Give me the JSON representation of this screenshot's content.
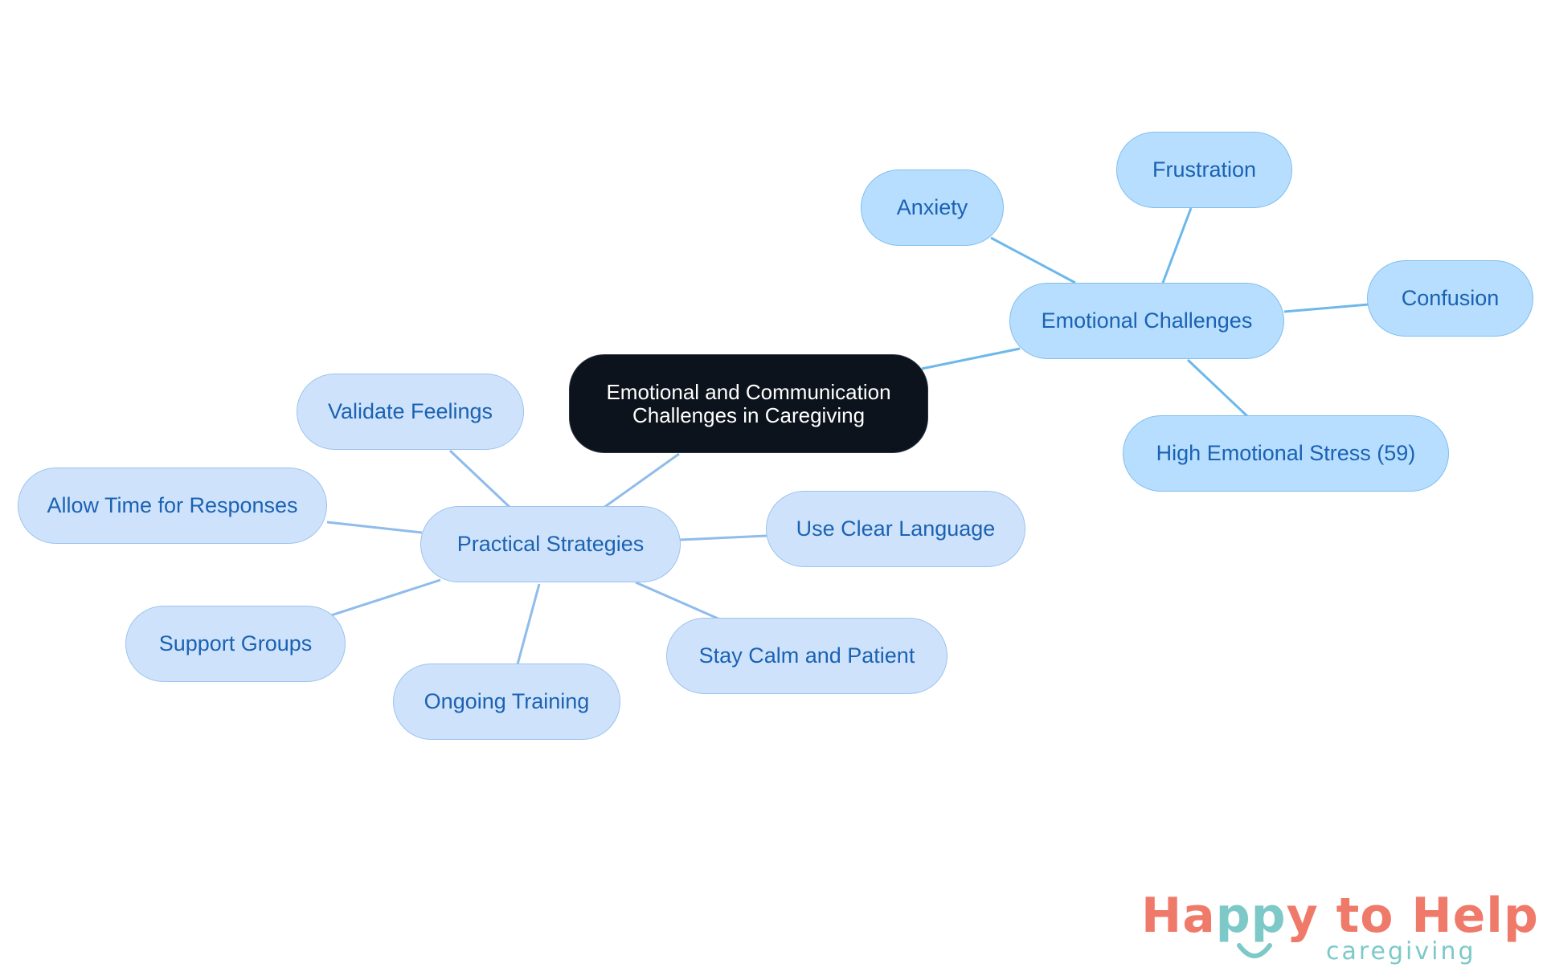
{
  "root": {
    "label_line1": "Emotional and Communication",
    "label_line2": "Challenges in Caregiving"
  },
  "emotional": {
    "label": "Emotional Challenges",
    "items": [
      "Frustration",
      "Anxiety",
      "Confusion",
      "High Emotional Stress (59)"
    ]
  },
  "practical": {
    "label": "Practical Strategies",
    "items": [
      "Validate Feelings",
      "Allow Time for Responses",
      "Use Clear Language",
      "Support Groups",
      "Ongoing Training",
      "Stay Calm and Patient"
    ]
  },
  "logo": {
    "title_part1": "Ha",
    "title_part2": "pp",
    "title_part3": "y to Help",
    "subtitle": "caregiving"
  },
  "colors": {
    "root_bg": "#0d131c",
    "emotional_fill": "#b7defe",
    "practical_fill": "#cee3fb",
    "emotional_edge": "#6db8ea",
    "practical_edge": "#8fbcea",
    "text": "#1b62b3",
    "logo_coral": "#f07a6a",
    "logo_teal": "#7cc9c8"
  }
}
